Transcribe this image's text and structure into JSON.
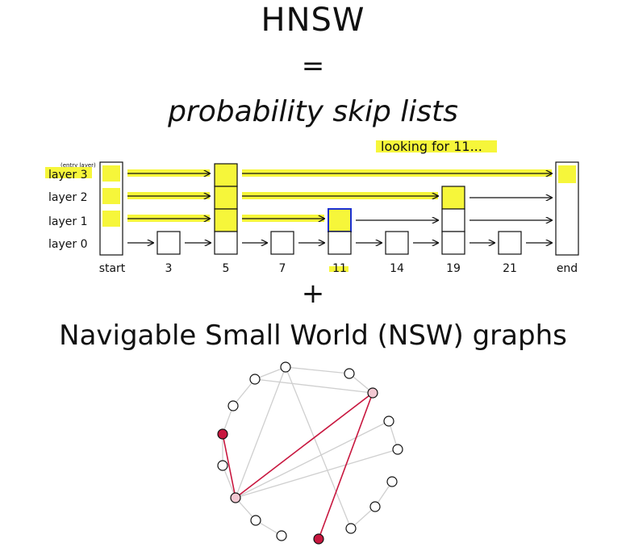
{
  "title": "HNSW",
  "equals": "=",
  "subtitle": "probability skip lists",
  "plus": "+",
  "nsw_title": "Navigable Small World (NSW) graphs",
  "skiplist": {
    "search_note": "looking for 11...",
    "entry_note": "(entry layer)",
    "layers": [
      "layer 3",
      "layer 2",
      "layer 1",
      "layer 0"
    ],
    "nodes": [
      "start",
      "3",
      "5",
      "7",
      "11",
      "14",
      "19",
      "21",
      "end"
    ],
    "highlight_color": "#f6f63a",
    "target_color": "#1a2fd0"
  },
  "graph": {
    "highlight_color": "#c8173f"
  }
}
